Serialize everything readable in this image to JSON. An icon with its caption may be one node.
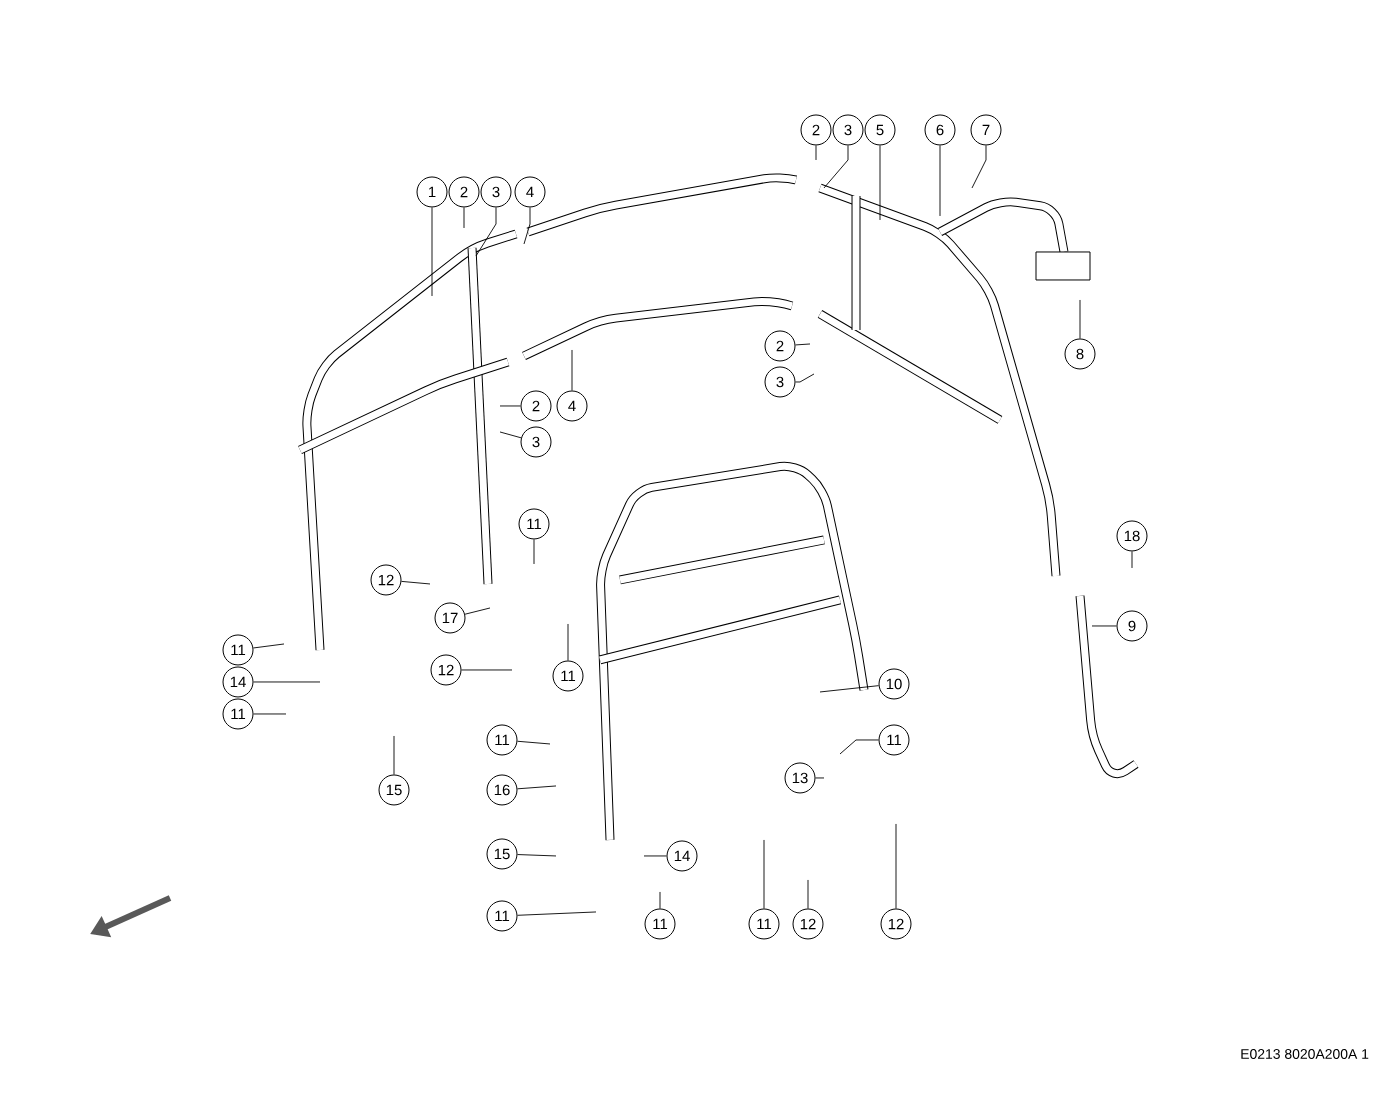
{
  "diagram": {
    "nodes": [
      {
        "text": [
          "1"
        ]
      },
      {
        "text": [
          "2"
        ]
      },
      {
        "text": [
          "3"
        ]
      },
      {
        "text": [
          "4"
        ]
      },
      {
        "text": [
          "2"
        ]
      },
      {
        "text": [
          "3"
        ]
      },
      {
        "text": [
          "5"
        ]
      },
      {
        "text": [
          "6"
        ]
      },
      {
        "text": [
          "7"
        ]
      },
      {
        "text": [
          "8"
        ]
      },
      {
        "text": [
          "2"
        ]
      },
      {
        "text": [
          "3"
        ]
      },
      {
        "text": [
          "2"
        ]
      },
      {
        "text": [
          "4"
        ]
      },
      {
        "text": [
          "3"
        ]
      },
      {
        "text": [
          "11"
        ]
      },
      {
        "text": [
          "12"
        ]
      },
      {
        "text": [
          "17"
        ]
      },
      {
        "text": [
          "11"
        ]
      },
      {
        "text": [
          "12"
        ]
      },
      {
        "text": [
          "11"
        ]
      },
      {
        "text": [
          "14"
        ]
      },
      {
        "text": [
          "11"
        ]
      },
      {
        "text": [
          "15"
        ]
      },
      {
        "text": [
          "11"
        ]
      },
      {
        "text": [
          "16"
        ]
      },
      {
        "text": [
          "15"
        ]
      },
      {
        "text": [
          "14"
        ]
      },
      {
        "text": [
          "11"
        ]
      },
      {
        "text": [
          "11"
        ]
      },
      {
        "text": [
          "10"
        ]
      },
      {
        "text": [
          "11"
        ]
      },
      {
        "text": [
          "13"
        ]
      },
      {
        "text": [
          "11"
        ]
      },
      {
        "text": [
          "12"
        ]
      },
      {
        "text": [
          "12"
        ]
      },
      {
        "text": [
          "18"
        ]
      },
      {
        "text": [
          "9"
        ]
      }
    ],
    "edges": [
      {
        "from": 0,
        "to": null,
        "arrow": "none"
      },
      {
        "from": 1,
        "to": null,
        "arrow": "none"
      },
      {
        "from": 2,
        "to": null,
        "arrow": "none"
      },
      {
        "from": 3,
        "to": null,
        "arrow": "none"
      },
      {
        "from": 4,
        "to": null,
        "arrow": "none"
      },
      {
        "from": 5,
        "to": null,
        "arrow": "none"
      },
      {
        "from": 6,
        "to": null,
        "arrow": "none"
      },
      {
        "from": 7,
        "to": null,
        "arrow": "none"
      },
      {
        "from": 8,
        "to": null,
        "arrow": "none"
      },
      {
        "from": 9,
        "to": null,
        "arrow": "none"
      },
      {
        "from": 10,
        "to": null,
        "arrow": "none"
      },
      {
        "from": 11,
        "to": null,
        "arrow": "none"
      },
      {
        "from": 12,
        "to": null,
        "arrow": "none"
      },
      {
        "from": 13,
        "to": null,
        "arrow": "none"
      },
      {
        "from": 14,
        "to": null,
        "arrow": "none"
      },
      {
        "from": 15,
        "to": null,
        "arrow": "none"
      },
      {
        "from": 16,
        "to": null,
        "arrow": "none"
      },
      {
        "from": 17,
        "to": null,
        "arrow": "none"
      },
      {
        "from": 18,
        "to": null,
        "arrow": "none"
      },
      {
        "from": 19,
        "to": null,
        "arrow": "none"
      },
      {
        "from": 20,
        "to": null,
        "arrow": "none"
      },
      {
        "from": 21,
        "to": null,
        "arrow": "none"
      },
      {
        "from": 22,
        "to": null,
        "arrow": "none"
      },
      {
        "from": 23,
        "to": null,
        "arrow": "none"
      },
      {
        "from": 24,
        "to": null,
        "arrow": "none"
      },
      {
        "from": 25,
        "to": null,
        "arrow": "none"
      },
      {
        "from": 26,
        "to": null,
        "arrow": "none"
      },
      {
        "from": 27,
        "to": null,
        "arrow": "none"
      },
      {
        "from": 28,
        "to": null,
        "arrow": "none"
      },
      {
        "from": 29,
        "to": null,
        "arrow": "none"
      },
      {
        "from": 30,
        "to": null,
        "arrow": "none"
      },
      {
        "from": 31,
        "to": null,
        "arrow": "none"
      },
      {
        "from": 32,
        "to": null,
        "arrow": "none"
      },
      {
        "from": 33,
        "to": null,
        "arrow": "none"
      },
      {
        "from": 34,
        "to": null,
        "arrow": "none"
      },
      {
        "from": 35,
        "to": null,
        "arrow": "none"
      },
      {
        "from": 36,
        "to": null,
        "arrow": "none"
      },
      {
        "from": 37,
        "to": null,
        "arrow": "none"
      }
    ],
    "labels": [
      "E0213 8020A200A 1"
    ]
  }
}
